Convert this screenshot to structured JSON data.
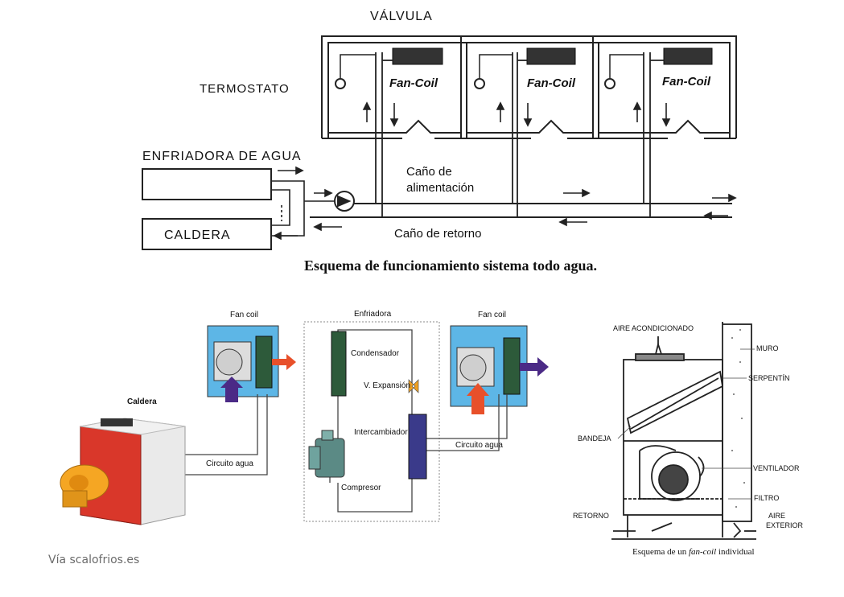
{
  "top_diagram": {
    "valvula": "VÁLVULA",
    "termostato": "TERMOSTATO",
    "fan_coil": "Fan-Coil",
    "enfriadora": "ENFRIADORA DE AGUA",
    "caldera": "CALDERA",
    "cano_alimentacion_1": "Caño de",
    "cano_alimentacion_2": "alimentación",
    "cano_retorno": "Caño de retorno",
    "caption": "Esquema de funcionamiento sistema todo agua."
  },
  "middle_diagram": {
    "fan_coil_left": "Fan coil",
    "fan_coil_right": "Fan coil",
    "enfriadora": "Enfriadora",
    "caldera": "Caldera",
    "condensador": "Condensador",
    "expansion": "V. Expansión",
    "intercambiador": "Intercambiador",
    "compresor": "Compresor",
    "circuito_left": "Circuito agua",
    "circuito_right": "Circuito agua"
  },
  "right_diagram": {
    "aire_acondicionado": "AIRE ACONDICIONADO",
    "muro": "MURO",
    "serpentin": "SERPENTÍN",
    "bandeja": "BANDEJA",
    "ventilador": "VENTILADOR",
    "filtro": "FILTRO",
    "retorno": "RETORNO",
    "aire_exterior_1": "AIRE",
    "aire_exterior_2": "EXTERIOR",
    "caption_pre": "Esquema de un ",
    "caption_em": "fan-coil",
    "caption_post": " individual"
  },
  "source": "Vía scalofrios.es",
  "colors": {
    "hot_arrow": "#e8502a",
    "cold_arrow": "#4b2a86",
    "fan_box": "#5db6e6",
    "coil": "#2d5a3a",
    "boiler": "#d9372a"
  }
}
